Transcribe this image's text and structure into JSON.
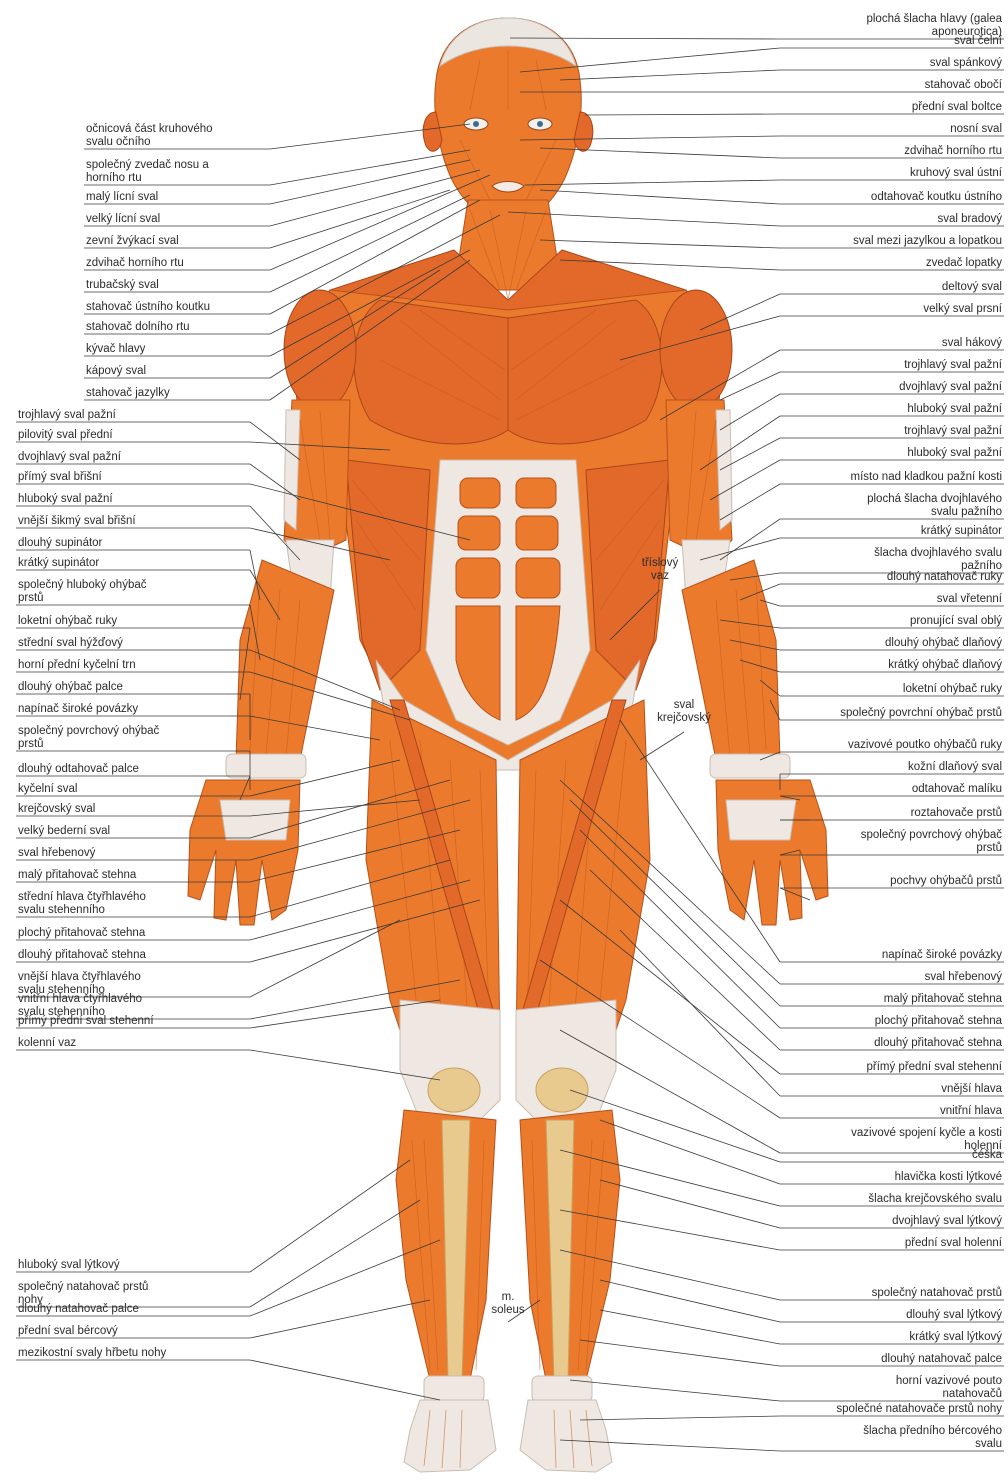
{
  "labels_right": [
    "plochá šlacha hlavy (galea aponeurotica)",
    "sval čelní",
    "sval spánkový",
    "stahovač obočí",
    "přední sval boltce",
    "nosní sval",
    "zdvihač horního rtu",
    "kruhový sval ústní",
    "odtahovač koutku ústního",
    "sval bradový",
    "sval mezi jazylkou a lopatkou",
    "zvedač lopatky",
    "deltový sval",
    "velký sval prsní",
    "sval hákový",
    "trojhlavý sval pažní",
    "dvojhlavý sval pažní",
    "hluboký sval pažní",
    "trojhlavý sval pažní",
    "hluboký sval pažní",
    "místo nad kladkou pažní kosti",
    "plochá šlacha dvojhlavého svalu pažního",
    "krátký supinátor",
    "šlacha dvojhlavého svalu pažního",
    "dlouhý natahovač ruky",
    "sval vřetenní",
    "pronující sval oblý",
    "dlouhý ohýbač dlaňový",
    "krátký ohýbač dlaňový",
    "loketní ohýbač ruky",
    "společný povrchní ohýbač prstů",
    "vazivové poutko ohýbačů ruky",
    "kožní dlaňový sval",
    "odtahovač malíku",
    "roztahovače prstů",
    "společný povrchový ohýbač prstů",
    "pochvy ohýbačů prstů",
    "napínač široké povázky",
    "sval hřebenový",
    "malý přitahovač stehna",
    "plochý přitahovač stehna",
    "dlouhý přitahovač stehna",
    "přímý přední sval stehenní",
    "vnější hlava",
    "vnitřní hlava",
    "vazivové spojení kyčle a kosti holenní",
    "čéška",
    "hlavička kosti lýtkové",
    "šlacha krejčovského svalu",
    "dvojhlavý sval lýtkový",
    "přední sval holenní",
    "společný natahovač prstů",
    "dlouhý sval lýtkový",
    "krátký sval lýtkový",
    "dlouhý natahovač palce",
    "horní vazivové pouto natahovačů",
    "společné natahovače prstů nohy",
    "šlacha předního bércového svalu"
  ],
  "labels_left": [
    "očnicová část kruhového svalu očního",
    "společný zvedač nosu a horního rtu",
    "malý lícní sval",
    "velký lícní sval",
    "zevní žvýkací sval",
    "zdvihač horního rtu",
    "trubačský sval",
    "stahovač ústního koutku",
    "stahovač dolního rtu",
    "kývač hlavy",
    "kápový sval",
    "stahovač jazylky",
    "trojhlavý sval pažní",
    "pilovitý sval přední",
    "dvojhlavý sval pažní",
    "přímý sval břišní",
    "hluboký sval pažní",
    "vnější šikmý sval břišní",
    "dlouhý supinátor",
    "krátký supinátor",
    "společný hluboký ohýbač prstů",
    "loketní ohýbač ruky",
    "střední sval hýžďový",
    "horní přední kyčelní trn",
    "dlouhý ohýbač palce",
    "napínač široké povázky",
    "společný povrchový ohýbač prstů",
    "dlouhý odtahovač palce",
    "kyčelní sval",
    "krejčovský sval",
    "velký bederní sval",
    "sval hřebenový",
    "malý přitahovač stehna",
    "střední hlava čtyřhlavého svalu stehenního",
    "plochý přitahovač stehna",
    "dlouhý přitahovač stehna",
    "vnější hlava čtyřhlavého svalu stehenního",
    "vnitřní hlava čtyřhlavého svalu stehenního",
    "přímý přední sval stehenní",
    "kolenní vaz",
    "hluboký sval lýtkový",
    "společný natahovač prstů nohy",
    "dlouhý natahovač palce",
    "přední sval bércový",
    "mezikostní svaly hřbetu nohy"
  ],
  "labels_center": [
    "tříslový vaz",
    "sval krejčovský",
    "m. soleus"
  ],
  "colors": {
    "muscle": "#ec7a2c",
    "muscle_dark": "#e2692a",
    "tendon": "#efe8e2",
    "bone": "#e8c98e",
    "text": "#2b2b2b"
  }
}
